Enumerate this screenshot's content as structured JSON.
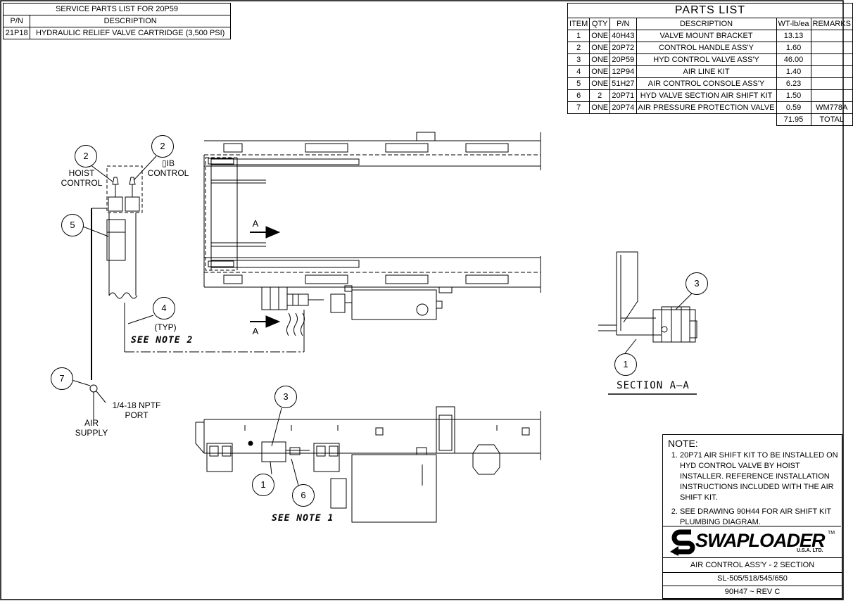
{
  "service_parts": {
    "title": "SERVICE PARTS LIST FOR 20P59",
    "headers": [
      "P/N",
      "DESCRIPTION"
    ],
    "rows": [
      [
        "21P18",
        "HYDRAULIC RELIEF VALVE CARTRIDGE (3,500 PSI)"
      ]
    ]
  },
  "parts_list": {
    "title": "PARTS LIST",
    "headers": [
      "ITEM",
      "QTY",
      "P/N",
      "DESCRIPTION",
      "WT-lb/ea",
      "REMARKS"
    ],
    "rows": [
      [
        "1",
        "ONE",
        "40H43",
        "VALVE MOUNT BRACKET",
        "13.13",
        ""
      ],
      [
        "2",
        "ONE",
        "20P72",
        "CONTROL HANDLE ASS'Y",
        "1.60",
        ""
      ],
      [
        "3",
        "ONE",
        "20P59",
        "HYD CONTROL VALVE ASS'Y",
        "46.00",
        ""
      ],
      [
        "4",
        "ONE",
        "12P94",
        "AIR LINE KIT",
        "1.40",
        ""
      ],
      [
        "5",
        "ONE",
        "51H27",
        "AIR CONTROL CONSOLE ASS'Y",
        "6.23",
        ""
      ],
      [
        "6",
        "2",
        "20P71",
        "HYD VALVE SECTION AIR SHIFT KIT",
        "1.50",
        ""
      ],
      [
        "7",
        "ONE",
        "20P74",
        "AIR PRESSURE PROTECTION VALVE",
        "0.59",
        "WM778A"
      ]
    ],
    "total_weight": "71.95",
    "total_label": "TOTAL"
  },
  "labels": {
    "hoist_control": "HOIST\nCONTROL",
    "jib_control": "▯IB\nCONTROL",
    "typ": "(TYP)",
    "see_note_2": "SEE NOTE 2",
    "see_note_1": "SEE NOTE 1",
    "port": "1/4-18 NPTF\nPORT",
    "air_supply": "AIR\nSUPPLY",
    "section_aa": "SECTION A–A",
    "arrow_a": "A"
  },
  "balloons": {
    "b1": "1",
    "b2": "2",
    "b3": "3",
    "b4": "4",
    "b5": "5",
    "b6": "6",
    "b7": "7"
  },
  "notes": {
    "title": "NOTE:",
    "items": [
      "20P71 AIR SHIFT KIT TO BE INSTALLED ON HYD CONTROL VALVE BY HOIST INSTALLER. REFERENCE INSTALLATION INSTRUCTIONS INCLUDED WITH THE AIR SHIFT KIT.",
      "SEE DRAWING 90H44 FOR AIR SHIFT KIT PLUMBING DIAGRAM."
    ]
  },
  "title_block": {
    "logo": "SWAPLOADER",
    "logo_tm": "TM",
    "logo_sub": "U.S.A. LTD.",
    "drawing_title": "AIR CONTROL ASS'Y - 2 SECTION",
    "models": "SL-505/518/545/650",
    "drawing_number": "90H47 ~ REV C"
  }
}
